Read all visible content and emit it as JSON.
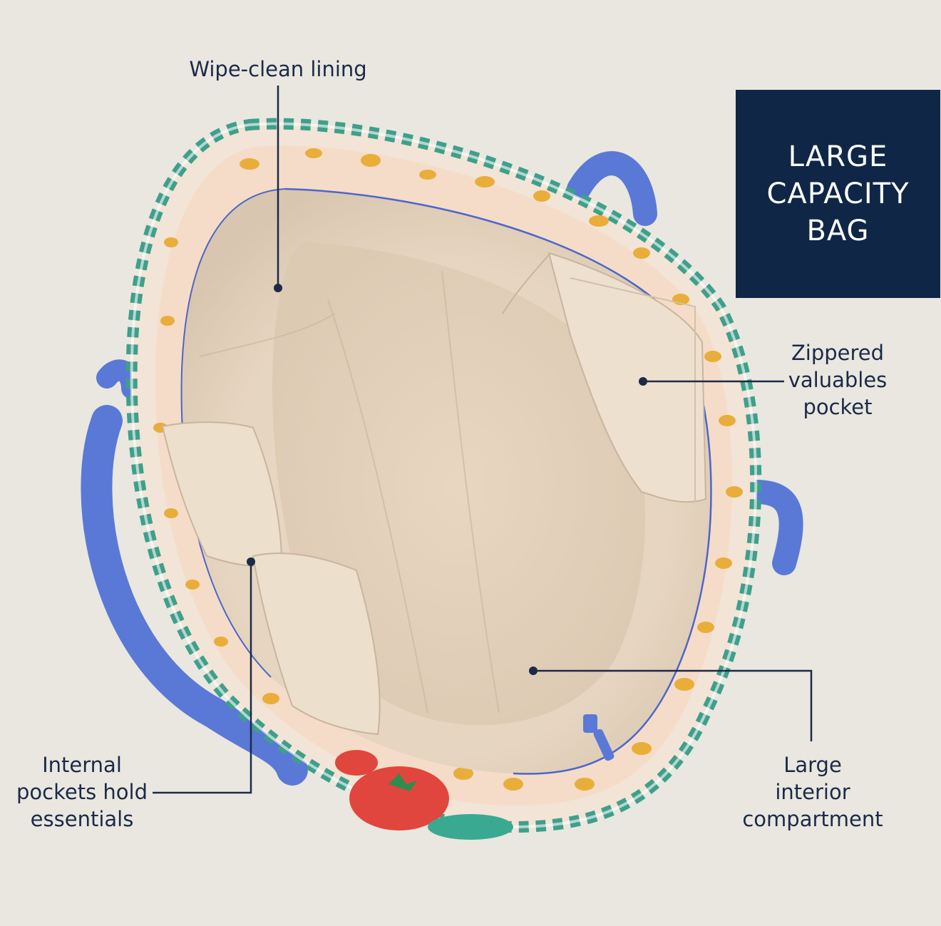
{
  "badge": {
    "lines": [
      "LARGE",
      "CAPACITY",
      "BAG"
    ]
  },
  "callouts": {
    "lining": {
      "lines": [
        "Wipe-clean lining"
      ]
    },
    "zipper_pocket": {
      "lines": [
        "Zippered",
        "valuables",
        "pocket"
      ]
    },
    "internal_pockets": {
      "lines": [
        "Internal",
        "pockets hold",
        "essentials"
      ]
    },
    "interior": {
      "lines": [
        "Large",
        "interior",
        "compartment"
      ]
    }
  },
  "colors": {
    "background": "#e9e7df",
    "badge": "#0f2647",
    "callout_text": "#1c2a48",
    "lining": "#eadccb",
    "strap": "#5a79d6",
    "stripe": "#3f9f8a",
    "pasta": "#e9ad3a"
  }
}
